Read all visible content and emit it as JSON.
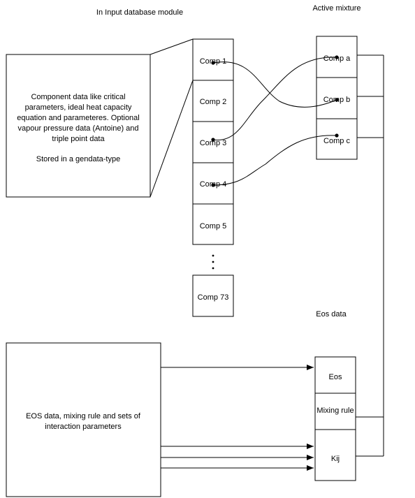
{
  "headings": {
    "input_module": "In Input database module",
    "active_mixture": "Active mixture",
    "eos_data": "Eos data"
  },
  "component_panel": {
    "lines": [
      "Component data like critical",
      "parameters, ideal heat capacity",
      "equation and parameteres. Optional",
      "vapour pressure data (Antoine) and",
      "triple point data",
      "",
      "Stored in a gendata-type"
    ]
  },
  "database_components": [
    "Comp 1",
    "Comp 2",
    "Comp 3",
    "Comp 4",
    "Comp 5"
  ],
  "database_ellipsis": "⋮",
  "last_component": "Comp 73",
  "mixture_components": [
    "Comp a",
    "Comp b",
    "Comp c"
  ],
  "eos_panel": {
    "lines": [
      "EOS data, mixing rule and sets of",
      "interaction parameters"
    ]
  },
  "eos_items": [
    "Eos",
    "Mixing rule",
    "Kij"
  ]
}
